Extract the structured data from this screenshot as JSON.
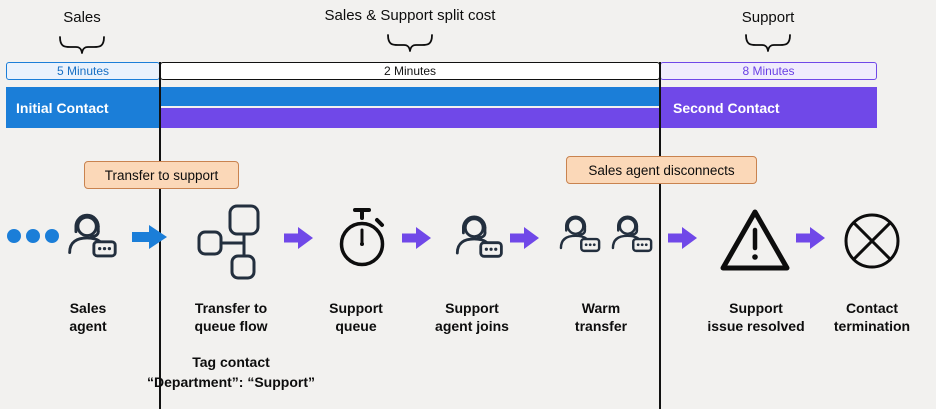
{
  "header": {
    "sales": "Sales",
    "split": "Sales & Support split cost",
    "support": "Support"
  },
  "timeline": {
    "segments": [
      {
        "duration": "5 Minutes",
        "bar": "Initial Contact"
      },
      {
        "duration": "2 Minutes"
      },
      {
        "duration": "8 Minutes",
        "bar": "Second Contact"
      }
    ]
  },
  "callouts": {
    "transfer": "Transfer to support",
    "disconnect": "Sales agent disconnects"
  },
  "steps": [
    {
      "icon": "headset-agent-icon",
      "lines": [
        "Sales",
        "agent"
      ]
    },
    {
      "icon": "queue-flow-icon",
      "lines": [
        "Transfer to",
        "queue flow"
      ]
    },
    {
      "icon": "stopwatch-icon",
      "lines": [
        "Support",
        "queue"
      ]
    },
    {
      "icon": "headset-agent-icon",
      "lines": [
        "Support",
        "agent joins"
      ]
    },
    {
      "icon": "dual-agents-icon",
      "lines": [
        "Warm",
        "transfer"
      ]
    },
    {
      "icon": "warning-triangle-icon",
      "lines": [
        "Support",
        "issue resolved"
      ]
    },
    {
      "icon": "circle-x-icon",
      "lines": [
        "Contact",
        "termination"
      ]
    }
  ],
  "tag": {
    "line1": "Tag contact",
    "line2": "“Department”: “Support”"
  },
  "colors": {
    "blue": "#1b7ed8",
    "purple": "#7048e8",
    "callout_bg": "#fbd8b8",
    "callout_border": "#c9834f",
    "background": "#f2f1ef"
  }
}
